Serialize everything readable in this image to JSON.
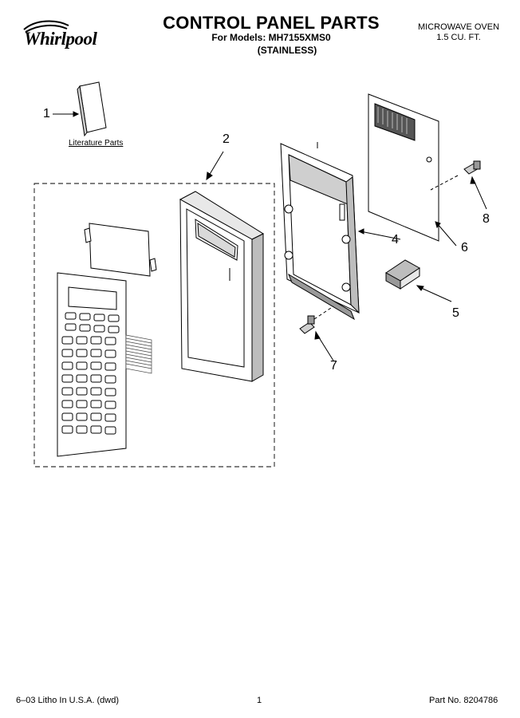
{
  "header": {
    "brand": "Whirlpool",
    "title": "CONTROL PANEL PARTS",
    "models_line": "For Models: MH7155XMS0",
    "variant": "(STAINLESS)",
    "product_line1": "MICROWAVE OVEN",
    "product_line2": "1.5 CU. FT."
  },
  "diagram": {
    "literature_label": "Literature Parts",
    "callouts": [
      "1",
      "2",
      "4",
      "6",
      "8",
      "5",
      "7"
    ]
  },
  "footer": {
    "litho": "6–03 Litho In U.S.A. (dwd)",
    "page": "1",
    "part_no": "Part No. 8204786"
  }
}
